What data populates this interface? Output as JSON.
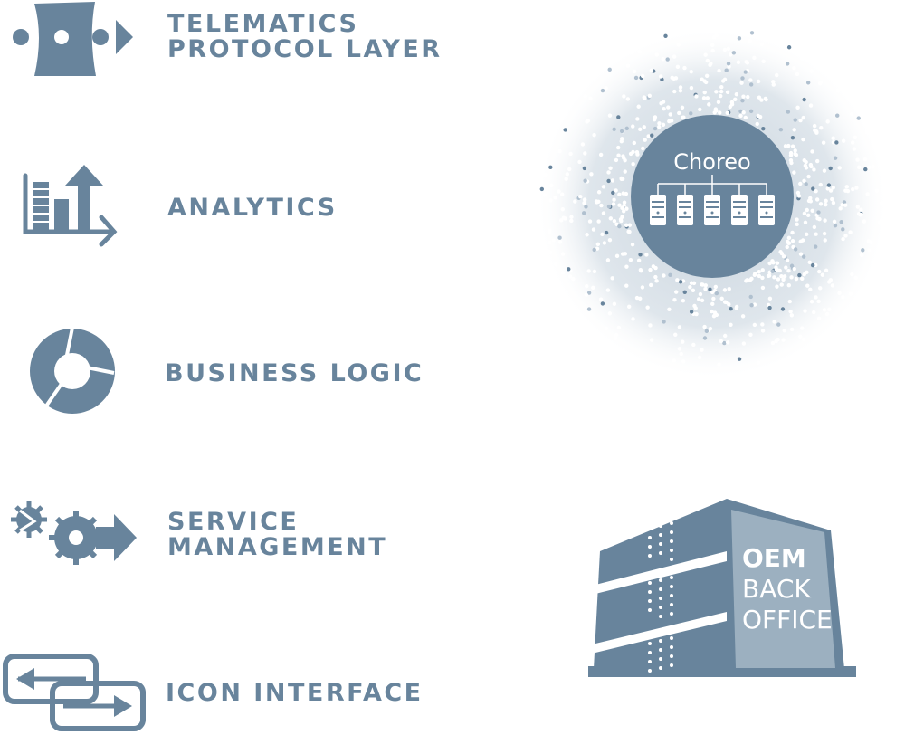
{
  "layers": [
    {
      "id": "telematics",
      "label_lines": [
        "TELEMATICS",
        "PROTOCOL LAYER"
      ],
      "icon": "telematics-protocol-icon"
    },
    {
      "id": "analytics",
      "label_lines": [
        "ANALYTICS"
      ],
      "icon": "analytics-chart-icon"
    },
    {
      "id": "business-logic",
      "label_lines": [
        "BUSINESS LOGIC"
      ],
      "icon": "cycle-arrows-icon"
    },
    {
      "id": "service-management",
      "label_lines": [
        "SERVICE",
        "MANAGEMENT"
      ],
      "icon": "gears-icon"
    },
    {
      "id": "icon-interface",
      "label_lines": [
        "ICON INTERFACE"
      ],
      "icon": "swap-arrows-icon"
    }
  ],
  "cloud": {
    "title": "Choreo",
    "servers": 5,
    "icon": "server-cluster-icon"
  },
  "backoffice": {
    "lines": [
      "OEM",
      "BACK",
      "OFFICE"
    ],
    "icon": "building-icon"
  },
  "colors": {
    "primary": "#68849c",
    "light": "#9cb0c0",
    "glow": "#dde4ea"
  }
}
